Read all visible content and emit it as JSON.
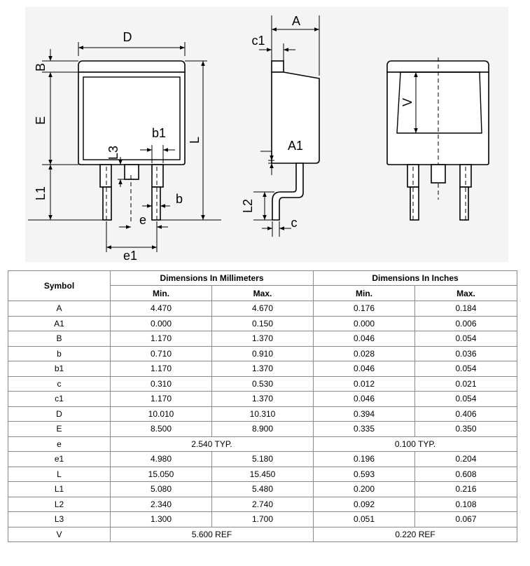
{
  "labels": {
    "D": "D",
    "B": "B",
    "E": "E",
    "L1": "L1",
    "L3": "L3",
    "b1": "b1",
    "b": "b",
    "e": "e",
    "e1": "e1",
    "L": "L",
    "A": "A",
    "c1": "c1",
    "A1": "A1",
    "L2": "L2",
    "c": "c",
    "V": "V"
  },
  "table": {
    "symbol_header": "Symbol",
    "mm_header": "Dimensions In Millimeters",
    "in_header": "Dimensions In Inches",
    "min_label": "Min.",
    "max_label": "Max.",
    "rows": [
      {
        "sym": "A",
        "mm_min": "4.470",
        "mm_max": "4.670",
        "in_min": "0.176",
        "in_max": "0.184"
      },
      {
        "sym": "A1",
        "mm_min": "0.000",
        "mm_max": "0.150",
        "in_min": "0.000",
        "in_max": "0.006"
      },
      {
        "sym": "B",
        "mm_min": "1.170",
        "mm_max": "1.370",
        "in_min": "0.046",
        "in_max": "0.054"
      },
      {
        "sym": "b",
        "mm_min": "0.710",
        "mm_max": "0.910",
        "in_min": "0.028",
        "in_max": "0.036"
      },
      {
        "sym": "b1",
        "mm_min": "1.170",
        "mm_max": "1.370",
        "in_min": "0.046",
        "in_max": "0.054"
      },
      {
        "sym": "c",
        "mm_min": "0.310",
        "mm_max": "0.530",
        "in_min": "0.012",
        "in_max": "0.021"
      },
      {
        "sym": "c1",
        "mm_min": "1.170",
        "mm_max": "1.370",
        "in_min": "0.046",
        "in_max": "0.054"
      },
      {
        "sym": "D",
        "mm_min": "10.010",
        "mm_max": "10.310",
        "in_min": "0.394",
        "in_max": "0.406"
      },
      {
        "sym": "E",
        "mm_min": "8.500",
        "mm_max": "8.900",
        "in_min": "0.335",
        "in_max": "0.350"
      },
      {
        "sym": "e",
        "mm_span": "2.540 TYP.",
        "in_span": "0.100 TYP."
      },
      {
        "sym": "e1",
        "mm_min": "4.980",
        "mm_max": "5.180",
        "in_min": "0.196",
        "in_max": "0.204"
      },
      {
        "sym": "L",
        "mm_min": "15.050",
        "mm_max": "15.450",
        "in_min": "0.593",
        "in_max": "0.608"
      },
      {
        "sym": "L1",
        "mm_min": "5.080",
        "mm_max": "5.480",
        "in_min": "0.200",
        "in_max": "0.216"
      },
      {
        "sym": "L2",
        "mm_min": "2.340",
        "mm_max": "2.740",
        "in_min": "0.092",
        "in_max": "0.108"
      },
      {
        "sym": "L3",
        "mm_min": "1.300",
        "mm_max": "1.700",
        "in_min": "0.051",
        "in_max": "0.067"
      },
      {
        "sym": "V",
        "mm_span": "5.600 REF",
        "in_span": "0.220 REF"
      }
    ]
  }
}
